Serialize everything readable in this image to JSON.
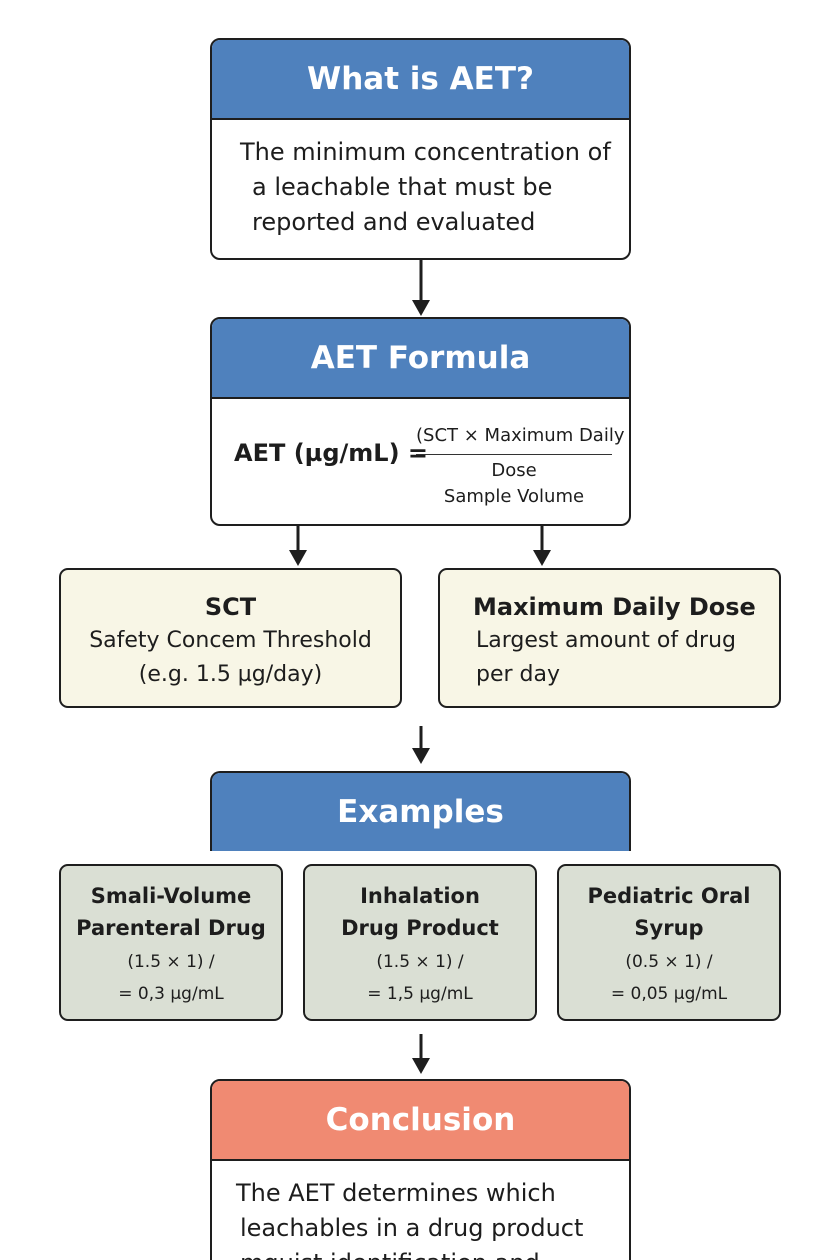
{
  "what": {
    "title": "What is AET?",
    "lines": [
      "The minimum concentration of",
      "a leachable that must be",
      "reported and evaluated"
    ]
  },
  "formula": {
    "title": "AET Formula",
    "lhs": "AET (µg/mL) =",
    "numerator": "(SCT × Maximum Daily",
    "numerator2": "Dose",
    "denominator": "Sample Volume"
  },
  "sct": {
    "title": "SCT",
    "line1": "Safety Concem Threshold",
    "line2": "(e.g. 1.5 µg/day)"
  },
  "mdd": {
    "title": "Maximum Daily Dose",
    "line1": "Largest amount of drug",
    "line2": "per day"
  },
  "examples": {
    "title": "Examples",
    "items": [
      {
        "title1": "Smali-Volume",
        "title2": "Parenteral Drug",
        "calc": "(1.5 × 1) /",
        "result": "= 0,3 µg/mL"
      },
      {
        "title1": "Inhalation",
        "title2": "Drug Product",
        "calc": "(1.5 × 1) /",
        "result": "= 1,5 µg/mL"
      },
      {
        "title1": "Pediatric Oral",
        "title2": "Syrup",
        "calc": "(0.5 × 1) /",
        "result": "= 0,05 µg/mL"
      }
    ]
  },
  "conclusion": {
    "title": "Conclusion",
    "lines": [
      "The AET determines which",
      "leachables in a drug product",
      "mquist identification and"
    ]
  }
}
